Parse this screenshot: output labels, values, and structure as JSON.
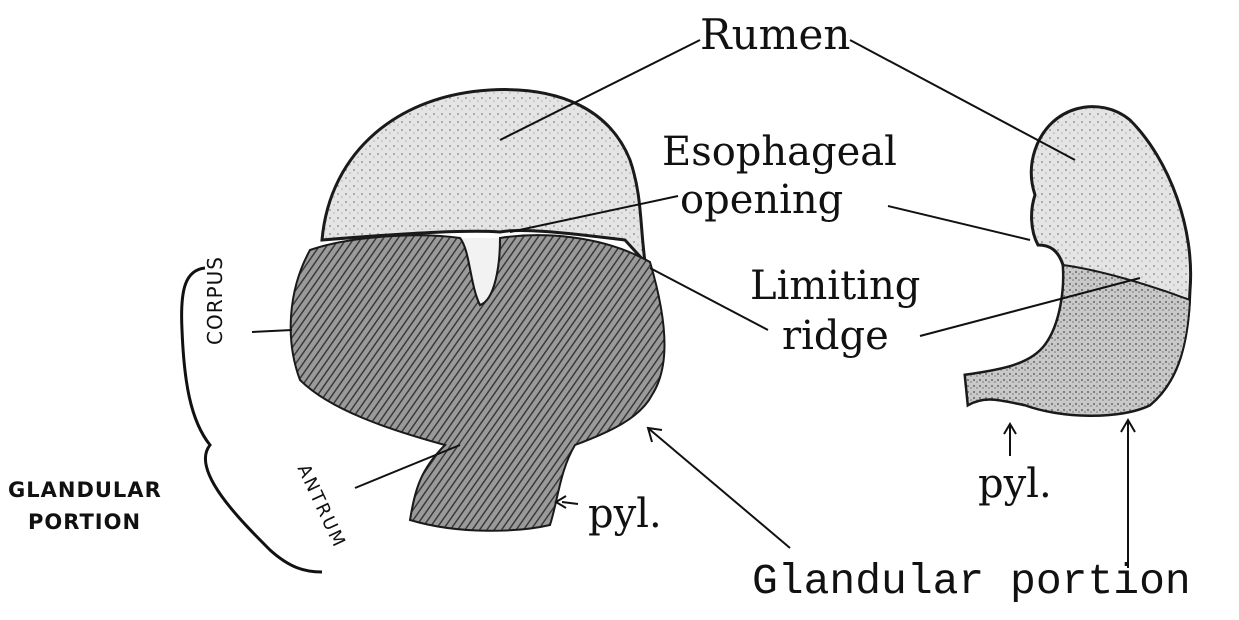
{
  "labels": {
    "rumen": "Rumen",
    "esophageal_line1": "Esophageal",
    "esophageal_line2": "opening",
    "limiting_line1": "Limiting",
    "limiting_line2": "ridge",
    "corpus": "CORPUS",
    "antrum": "ANTRUM",
    "glandular_line1": "GLANDULAR",
    "glandular_line2": "PORTION",
    "pyl_left": "pyl.",
    "pyl_right": "pyl.",
    "glandular_portion": "Glandular portion"
  }
}
